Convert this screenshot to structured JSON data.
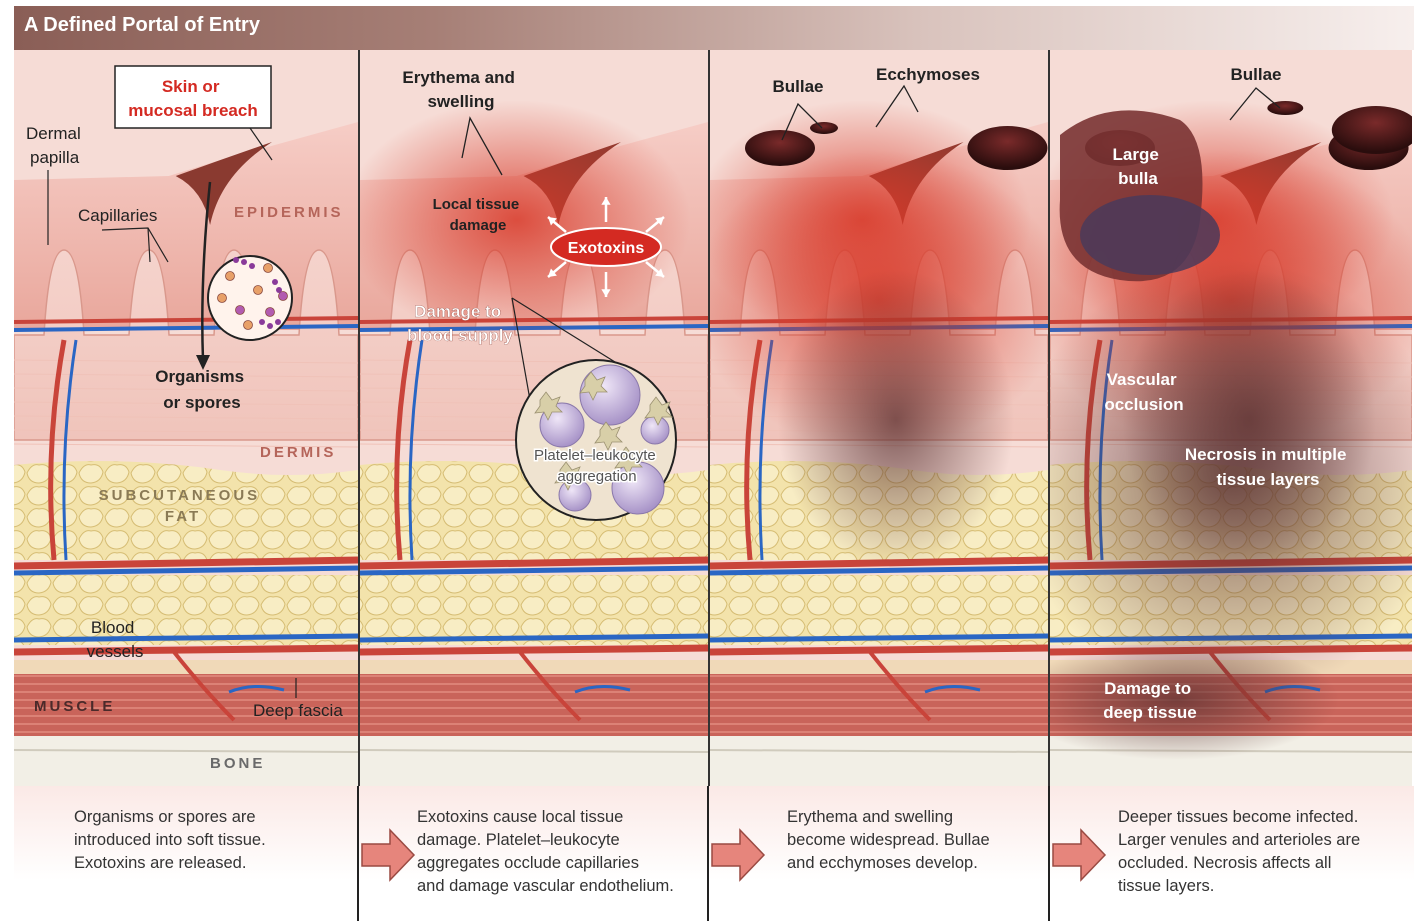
{
  "header": {
    "title": "A  Defined Portal of Entry"
  },
  "colors": {
    "header": "#9a6e66",
    "label_red": "#d42a22",
    "vessel_red": "#c9443a",
    "vessel_blue": "#2a66c4",
    "fat": "#f1e0a6",
    "bone": "#f2efe6"
  },
  "panels": [
    {
      "labels": {
        "dermal_papilla": [
          "Dermal",
          "papilla"
        ],
        "skin_breach": [
          "Skin or",
          "mucosal breach"
        ],
        "capillaries": "Capillaries",
        "epidermis": "EPIDERMIS",
        "organisms": [
          "Organisms",
          "or spores"
        ],
        "dermis": "DERMIS",
        "subcutaneous_fat": [
          "SUBCUTANEOUS",
          "FAT"
        ],
        "blood_vessels": [
          "Blood",
          "vessels"
        ],
        "muscle": "MUSCLE",
        "deep_fascia": "Deep fascia",
        "bone": "BONE"
      }
    },
    {
      "labels": {
        "erythema": [
          "Erythema and",
          "swelling"
        ],
        "local_damage": [
          "Local tissue",
          "damage"
        ],
        "exotoxins": "Exotoxins",
        "blood_supply": [
          "Damage to",
          "blood supply"
        ],
        "platelet": [
          "Platelet–leukocyte",
          "aggregation"
        ]
      }
    },
    {
      "labels": {
        "bullae": "Bullae",
        "ecchymoses": "Ecchymoses"
      }
    },
    {
      "labels": {
        "bullae": "Bullae",
        "large_bulla": [
          "Large",
          "bulla"
        ],
        "vascular_occlusion": [
          "Vascular",
          "occlusion"
        ],
        "necrosis": [
          "Necrosis in multiple",
          "tissue layers"
        ],
        "deep_damage": [
          "Damage to",
          "deep tissue"
        ]
      }
    }
  ],
  "captions": [
    "Organisms or spores are\nintroduced into soft tissue.\nExotoxins are released.",
    "Exotoxins cause local tissue\ndamage. Platelet–leukocyte\naggregates occlude capillaries\nand damage vascular endothelium.",
    "Erythema and swelling\nbecome widespread. Bullae\nand ecchymoses develop.",
    "Deeper tissues become infected.\nLarger venules and arterioles are\noccluded. Necrosis affects all\ntissue layers."
  ]
}
